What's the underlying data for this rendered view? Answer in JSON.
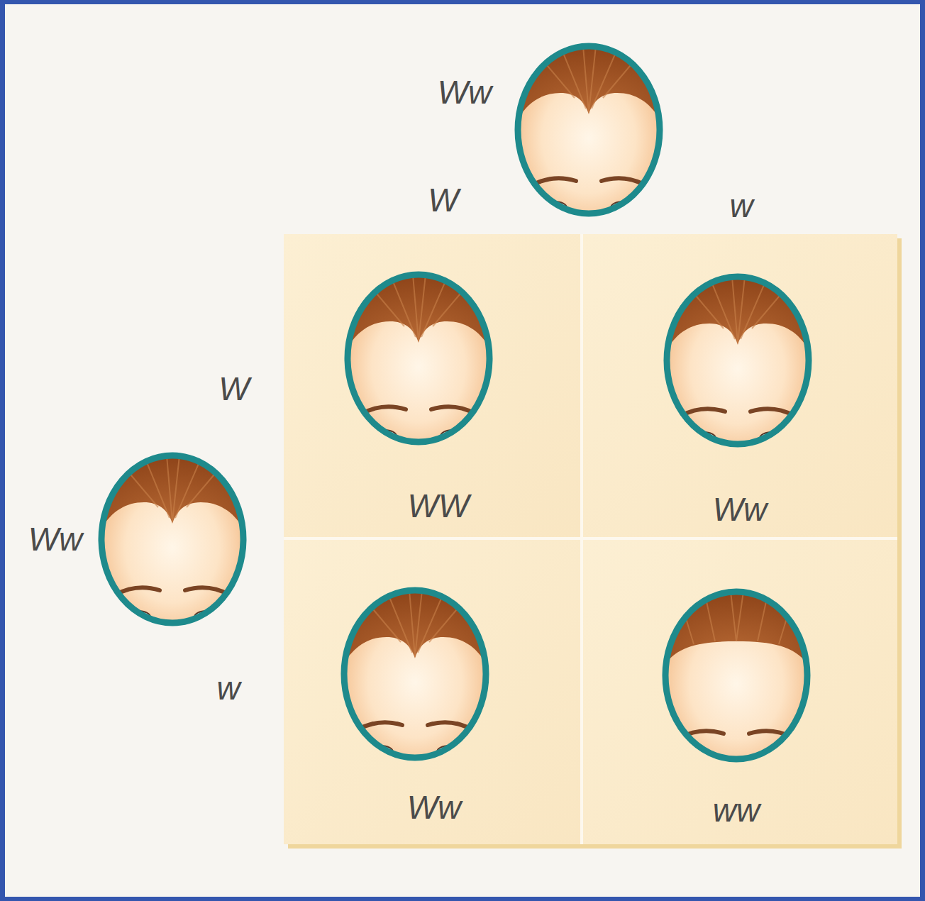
{
  "diagram": {
    "nodes": [
      {
        "text": [
          "Ww"
        ]
      },
      {
        "text": [
          "Ww"
        ]
      },
      {
        "text": [
          "WW"
        ]
      },
      {
        "text": [
          "Ww"
        ]
      },
      {
        "text": [
          "Ww"
        ]
      },
      {
        "text": [
          "ww"
        ]
      }
    ],
    "labels": [
      "W",
      "w",
      "W",
      "w"
    ]
  }
}
